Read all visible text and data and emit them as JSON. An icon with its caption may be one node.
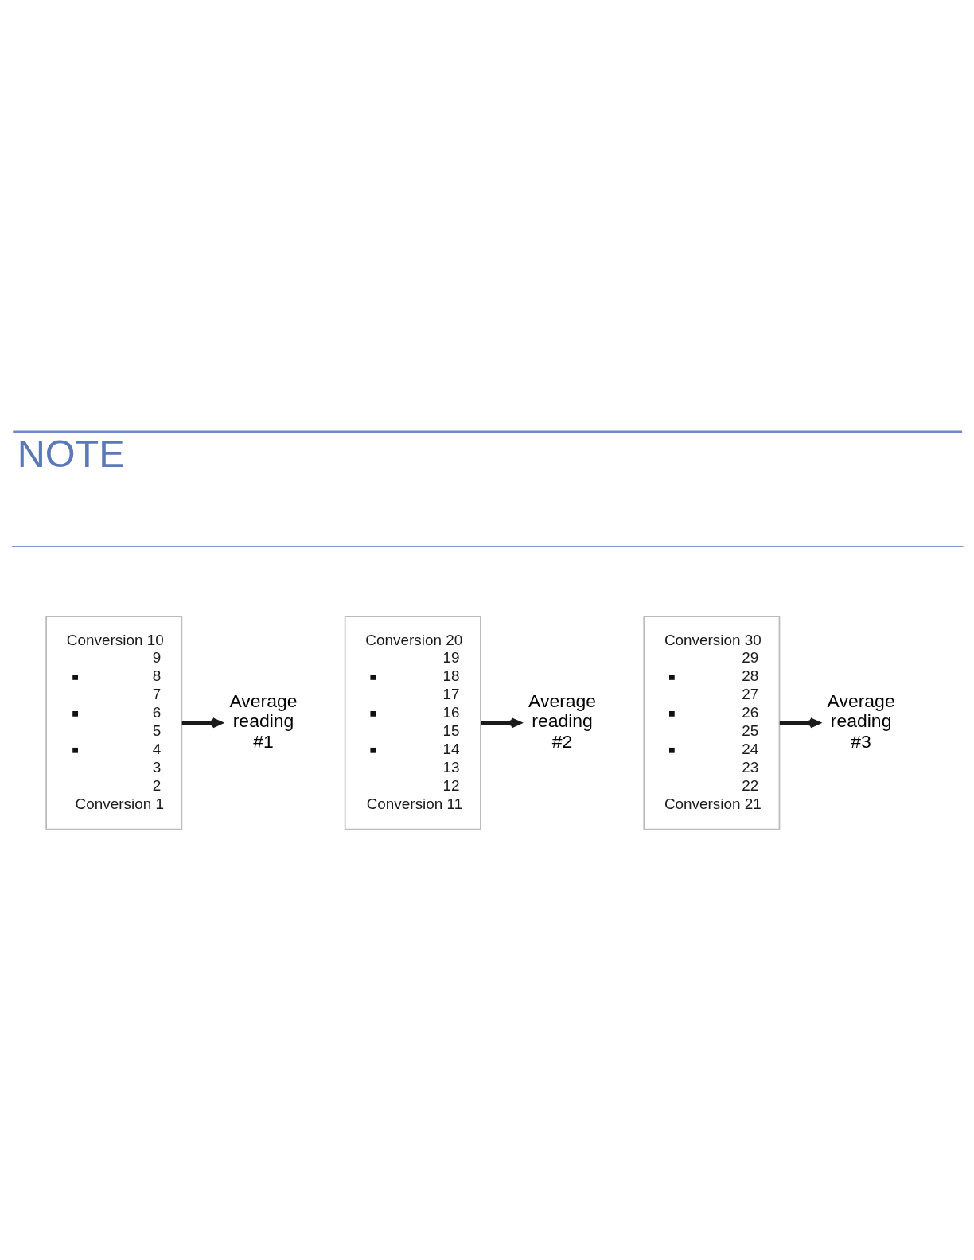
{
  "diagram": {
    "nodes": [
      {
        "text": [
          "Conversion 10",
          "9",
          "8",
          "7",
          "6",
          "5",
          "4",
          "3",
          "2",
          "Conversion 1"
        ]
      },
      {
        "text": [
          "Average reading #1"
        ]
      },
      {
        "text": [
          "Conversion 20",
          "19",
          "18",
          "17",
          "16",
          "15",
          "14",
          "13",
          "12",
          "Conversion 11"
        ]
      },
      {
        "text": [
          "Average reading #2"
        ]
      },
      {
        "text": [
          "Conversion 30",
          "29",
          "28",
          "27",
          "26",
          "25",
          "24",
          "23",
          "22",
          "Conversion 21"
        ]
      },
      {
        "text": [
          "Average reading #3"
        ]
      }
    ],
    "edges": [
      {
        "from": 0,
        "to": 1,
        "arrow": "to"
      },
      {
        "from": 2,
        "to": 3,
        "arrow": "to"
      },
      {
        "from": 4,
        "to": 5,
        "arrow": "to"
      }
    ],
    "labels": [
      "NOTE"
    ]
  }
}
